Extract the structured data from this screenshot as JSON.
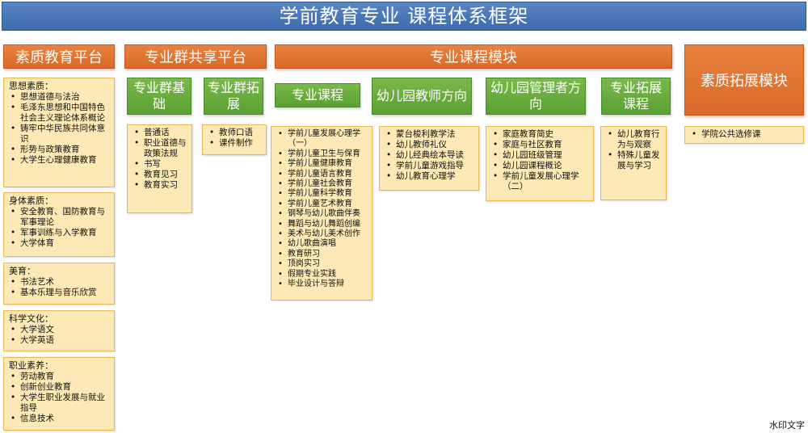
{
  "title": "学前教育专业  课程体系框架",
  "platforms": {
    "quality": "素质教育平台",
    "shared": "专业群共享平台",
    "module": "专业课程模块",
    "expand": "素质拓展模块"
  },
  "sub_headers": {
    "group_basic": "专业群基础",
    "group_expand": "专业群拓展",
    "major": "专业课程",
    "teacher": "幼儿园教师方向",
    "manager": "幼儿园管理者方向",
    "extend": "专业拓展课程"
  },
  "quality_groups": [
    {
      "head": "思想素质：",
      "items": [
        "思想道德与法治",
        "毛泽东思想和中国特色社会主义理论体系概论",
        "铸牢中华民族共同体意识",
        "形势与政策教育",
        "大学生心理健康教育"
      ]
    },
    {
      "head": "身体素质：",
      "items": [
        "安全教育、国防教育与军事理论",
        "军事训练与入学教育",
        "大学体育"
      ]
    },
    {
      "head": "美育：",
      "items": [
        "书法艺术",
        "基本乐理与音乐欣赏"
      ]
    },
    {
      "head": "科学文化：",
      "items": [
        "大学语文",
        "大学英语"
      ]
    },
    {
      "head": "职业素养：",
      "items": [
        "劳动教育",
        "创新创业教育",
        "大学生职业发展与就业指导",
        "信息技术"
      ]
    }
  ],
  "group_basic_items": [
    "普通话",
    "职业道德与政策法规",
    "书写",
    "教育见习",
    "教育实习"
  ],
  "group_expand_items": [
    "教师口语",
    "课件制作"
  ],
  "major_items": [
    "学前儿童发展心理学（一）",
    "学前儿童卫生与保育",
    "学前儿童健康教育",
    "学前儿童语言教育",
    "学前儿童社会教育",
    "学前儿童科学教育",
    "学前儿童艺术教育",
    "钢琴与幼儿歌曲伴奏",
    "舞蹈与幼儿舞蹈创编",
    "美术与幼儿美术创作",
    "幼儿歌曲演唱",
    "教育研习",
    "顶岗实习",
    "假期专业实践",
    "毕业设计与答辩"
  ],
  "teacher_items": [
    "蒙台梭利教学法",
    "幼儿教师礼仪",
    "幼儿经典绘本导读",
    "学前儿童游戏指导",
    "幼儿教育心理学"
  ],
  "manager_items": [
    "家庭教育简史",
    "家庭与社区教育",
    "幼儿园班级管理",
    "幼儿园课程概论",
    "学前儿童发展心理学（二）"
  ],
  "extend_items": [
    "幼儿教育行为与观察",
    "特殊儿童发展与学习"
  ],
  "expand_items": [
    "学院公共选修课"
  ],
  "watermark": "水印文字",
  "colors": {
    "title_blue": "#4a78b8",
    "orange": "#e2773a",
    "green": "#6aad3d",
    "list_fill": "#fde9b5",
    "list_border": "#e9b753"
  }
}
